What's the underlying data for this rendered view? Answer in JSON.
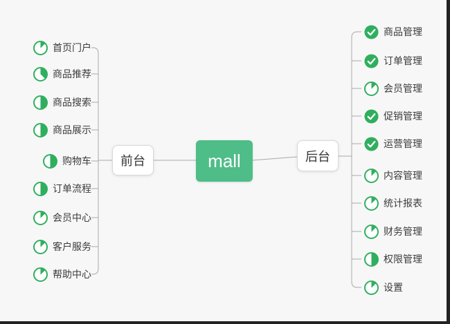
{
  "title": "mall mind map",
  "colors": {
    "background": "#f7f7f8",
    "node_green": "#4FBD88",
    "icon_green": "#2FAF5D",
    "line_gray": "#A8A8A8",
    "text_dark": "#3B3B3B",
    "node_border": "#D8D8D8",
    "edge_dark": "#222222"
  },
  "center": {
    "label": "mall"
  },
  "left_branch": {
    "label": "前台",
    "items": [
      {
        "label": "首页门户",
        "progress": "1/8"
      },
      {
        "label": "商品推荐",
        "progress": "3/8"
      },
      {
        "label": "商品搜索",
        "progress": "4/8"
      },
      {
        "label": "商品展示",
        "progress": "4/8"
      },
      {
        "label": "购物车",
        "progress": "4/8"
      },
      {
        "label": "订单流程",
        "progress": "4/8"
      },
      {
        "label": "会员中心",
        "progress": "1/8"
      },
      {
        "label": "客户服务",
        "progress": "1/8"
      },
      {
        "label": "帮助中心",
        "progress": "1/8"
      }
    ]
  },
  "right_branch": {
    "label": "后台",
    "items": [
      {
        "label": "商品管理",
        "progress": "done"
      },
      {
        "label": "订单管理",
        "progress": "done"
      },
      {
        "label": "会员管理",
        "progress": "1/8"
      },
      {
        "label": "促销管理",
        "progress": "done"
      },
      {
        "label": "运营管理",
        "progress": "done"
      },
      {
        "label": "内容管理",
        "progress": "1/8"
      },
      {
        "label": "统计报表",
        "progress": "1/8"
      },
      {
        "label": "财务管理",
        "progress": "1/8"
      },
      {
        "label": "权限管理",
        "progress": "4/8"
      },
      {
        "label": "设置",
        "progress": "1/8"
      }
    ]
  }
}
